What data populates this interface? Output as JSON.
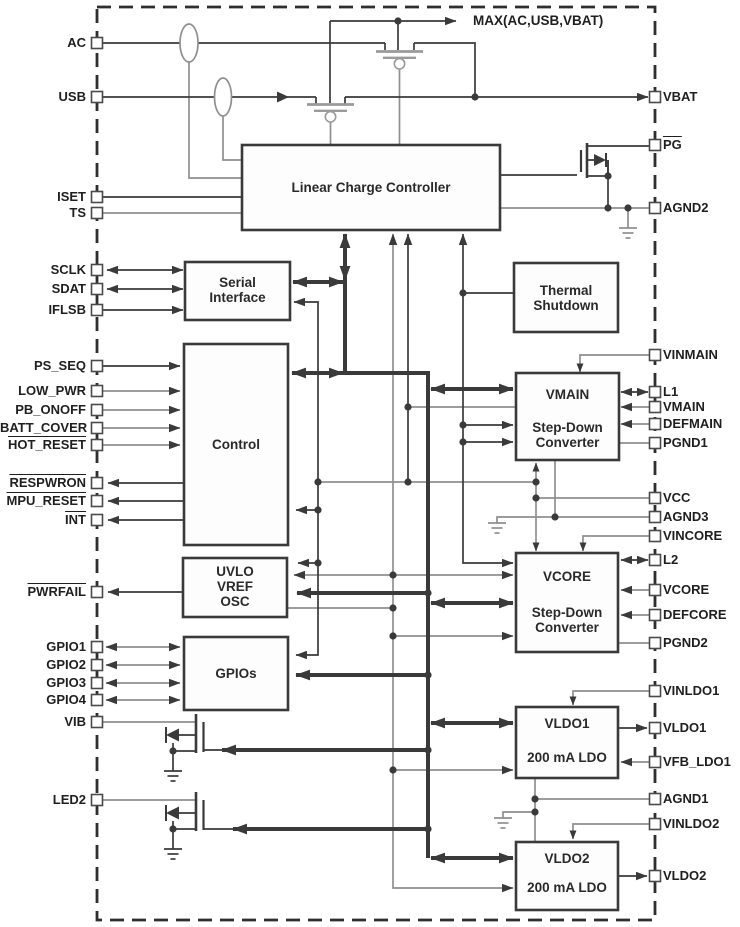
{
  "diagram": {
    "type": "pmic-functional-block-diagram",
    "max_label": "MAX(AC,USB,VBAT)",
    "blocks": {
      "lcc": {
        "label": "Linear Charge Controller"
      },
      "serial": {
        "line1": "Serial",
        "line2": "Interface"
      },
      "thermal": {
        "line1": "Thermal",
        "line2": "Shutdown"
      },
      "control": {
        "label": "Control"
      },
      "uvlo": {
        "line1": "UVLO",
        "line2": "VREF",
        "line3": "OSC"
      },
      "gpios": {
        "label": "GPIOs"
      },
      "vmain": {
        "title": "VMAIN",
        "line1": "Step-Down",
        "line2": "Converter"
      },
      "vcore": {
        "title": "VCORE",
        "line1": "Step-Down",
        "line2": "Converter"
      },
      "vldo1": {
        "title": "VLDO1",
        "sub": "200 mA LDO"
      },
      "vldo2": {
        "title": "VLDO2",
        "sub": "200 mA LDO"
      }
    },
    "pins": {
      "left": [
        {
          "label": "AC",
          "overline": false
        },
        {
          "label": "USB",
          "overline": false
        },
        {
          "label": "ISET",
          "overline": false
        },
        {
          "label": "TS",
          "overline": false
        },
        {
          "label": "SCLK",
          "overline": false
        },
        {
          "label": "SDAT",
          "overline": false
        },
        {
          "label": "IFLSB",
          "overline": false
        },
        {
          "label": "PS_SEQ",
          "overline": false
        },
        {
          "label": "LOW_PWR",
          "overline": false
        },
        {
          "label": "PB_ONOFF",
          "overline": false
        },
        {
          "label": "BATT_COVER",
          "overline": false
        },
        {
          "label": "HOT_RESET",
          "overline": true
        },
        {
          "label": "RESPWRON",
          "overline": true
        },
        {
          "label": "MPU_RESET",
          "overline": true
        },
        {
          "label": "INT",
          "overline": true
        },
        {
          "label": "PWRFAIL",
          "overline": true
        },
        {
          "label": "GPIO1",
          "overline": false
        },
        {
          "label": "GPIO2",
          "overline": false
        },
        {
          "label": "GPIO3",
          "overline": false
        },
        {
          "label": "GPIO4",
          "overline": false
        },
        {
          "label": "VIB",
          "overline": false
        },
        {
          "label": "LED2",
          "overline": false
        }
      ],
      "right": [
        {
          "label": "VBAT",
          "overline": false
        },
        {
          "label": "PG",
          "overline": true
        },
        {
          "label": "AGND2",
          "overline": false
        },
        {
          "label": "VINMAIN",
          "overline": false
        },
        {
          "label": "L1",
          "overline": false
        },
        {
          "label": "VMAIN",
          "overline": false
        },
        {
          "label": "DEFMAIN",
          "overline": false
        },
        {
          "label": "PGND1",
          "overline": false
        },
        {
          "label": "VCC",
          "overline": false
        },
        {
          "label": "AGND3",
          "overline": false
        },
        {
          "label": "VINCORE",
          "overline": false
        },
        {
          "label": "L2",
          "overline": false
        },
        {
          "label": "VCORE",
          "overline": false
        },
        {
          "label": "DEFCORE",
          "overline": false
        },
        {
          "label": "PGND2",
          "overline": false
        },
        {
          "label": "VINLDO1",
          "overline": false
        },
        {
          "label": "VLDO1",
          "overline": false
        },
        {
          "label": "VFB_LDO1",
          "overline": false
        },
        {
          "label": "AGND1",
          "overline": false
        },
        {
          "label": "VINLDO2",
          "overline": false
        },
        {
          "label": "VLDO2",
          "overline": false
        }
      ]
    },
    "colors": {
      "line_dark": "#3a3a3a",
      "line_gray": "#8f8f8f",
      "block_fill": "#fdfdfd",
      "block_border": "#3a3a3a",
      "background": "#ffffff"
    }
  }
}
